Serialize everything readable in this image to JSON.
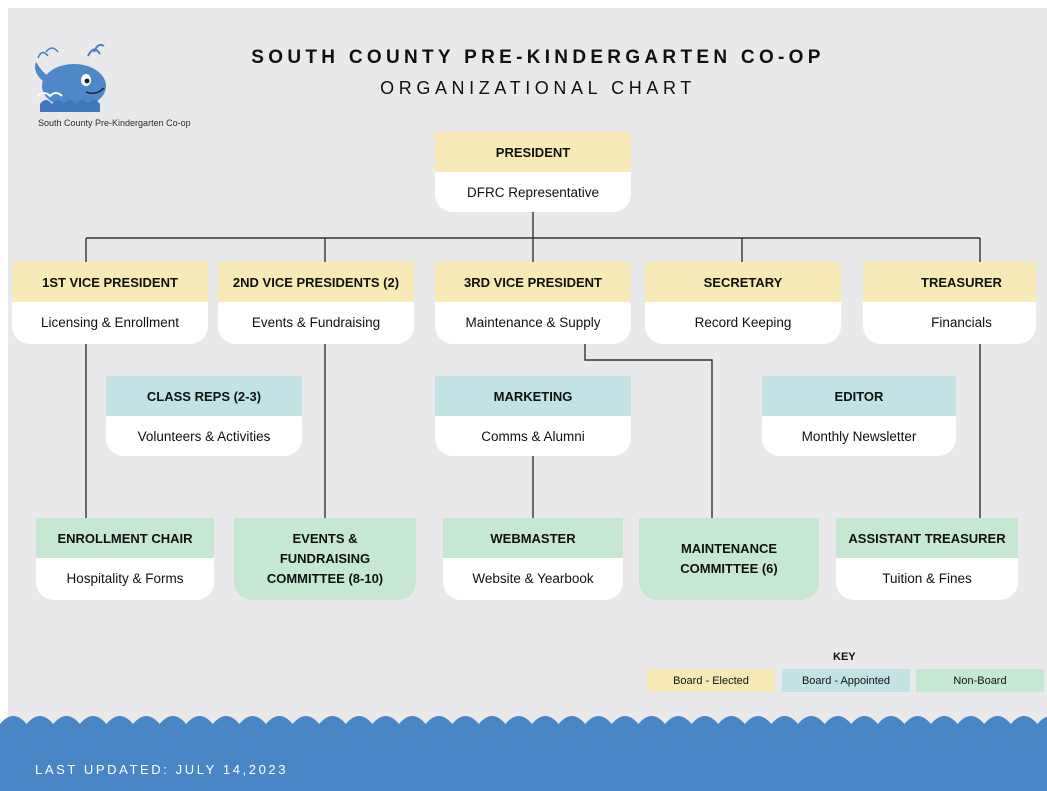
{
  "title": {
    "line1": "SOUTH COUNTY PRE-KINDERGARTEN CO-OP",
    "line2": "ORGANIZATIONAL CHART"
  },
  "logo": {
    "text": "South County Pre-Kindergarten Co-op",
    "icon": "whale-icon"
  },
  "colors": {
    "board_elected": "#f8eab6",
    "board_appointed": "#c2e2e3",
    "non_board": "#c6e7d2",
    "line": "#333333",
    "background": "#e9e8ea",
    "footer": "#4a86c5"
  },
  "nodes": {
    "president": {
      "title": "PRESIDENT",
      "subtitle": "DFRC Representative",
      "type": "board_elected"
    },
    "vp1": {
      "title": "1ST VICE PRESIDENT",
      "subtitle": "Licensing & Enrollment",
      "type": "board_elected"
    },
    "vp2": {
      "title": "2ND VICE PRESIDENTS (2)",
      "subtitle": "Events & Fundraising",
      "type": "board_elected"
    },
    "vp3": {
      "title": "3RD VICE PRESIDENT",
      "subtitle": "Maintenance & Supply",
      "type": "board_elected"
    },
    "secretary": {
      "title": "SECRETARY",
      "subtitle": "Record Keeping",
      "type": "board_elected"
    },
    "treasurer": {
      "title": "TREASURER",
      "subtitle": "Financials",
      "type": "board_elected"
    },
    "class_reps": {
      "title": "CLASS REPS (2-3)",
      "subtitle": "Volunteers & Activities",
      "type": "board_appointed"
    },
    "marketing": {
      "title": "MARKETING",
      "subtitle": "Comms & Alumni",
      "type": "board_appointed"
    },
    "editor": {
      "title": "EDITOR",
      "subtitle": "Monthly Newsletter",
      "type": "board_appointed"
    },
    "enrollment_chair": {
      "title": "ENROLLMENT CHAIR",
      "subtitle": "Hospitality & Forms",
      "type": "non_board"
    },
    "events_committee": {
      "line1": "EVENTS &",
      "line2": "FUNDRAISING",
      "line3": "COMMITTEE (8-10)",
      "type": "non_board"
    },
    "webmaster": {
      "title": "WEBMASTER",
      "subtitle": "Website & Yearbook",
      "type": "non_board"
    },
    "maintenance_committee": {
      "line1": "MAINTENANCE",
      "line2": "COMMITTEE (6)",
      "type": "non_board"
    },
    "assistant_treasurer": {
      "title": "ASSISTANT TREASURER",
      "subtitle": "Tuition & Fines",
      "type": "non_board"
    }
  },
  "key": {
    "title": "KEY",
    "board_elected": "Board - Elected",
    "board_appointed": "Board - Appointed",
    "non_board": "Non-Board"
  },
  "footer": {
    "text": "LAST UPDATED: JULY 14,2023"
  }
}
